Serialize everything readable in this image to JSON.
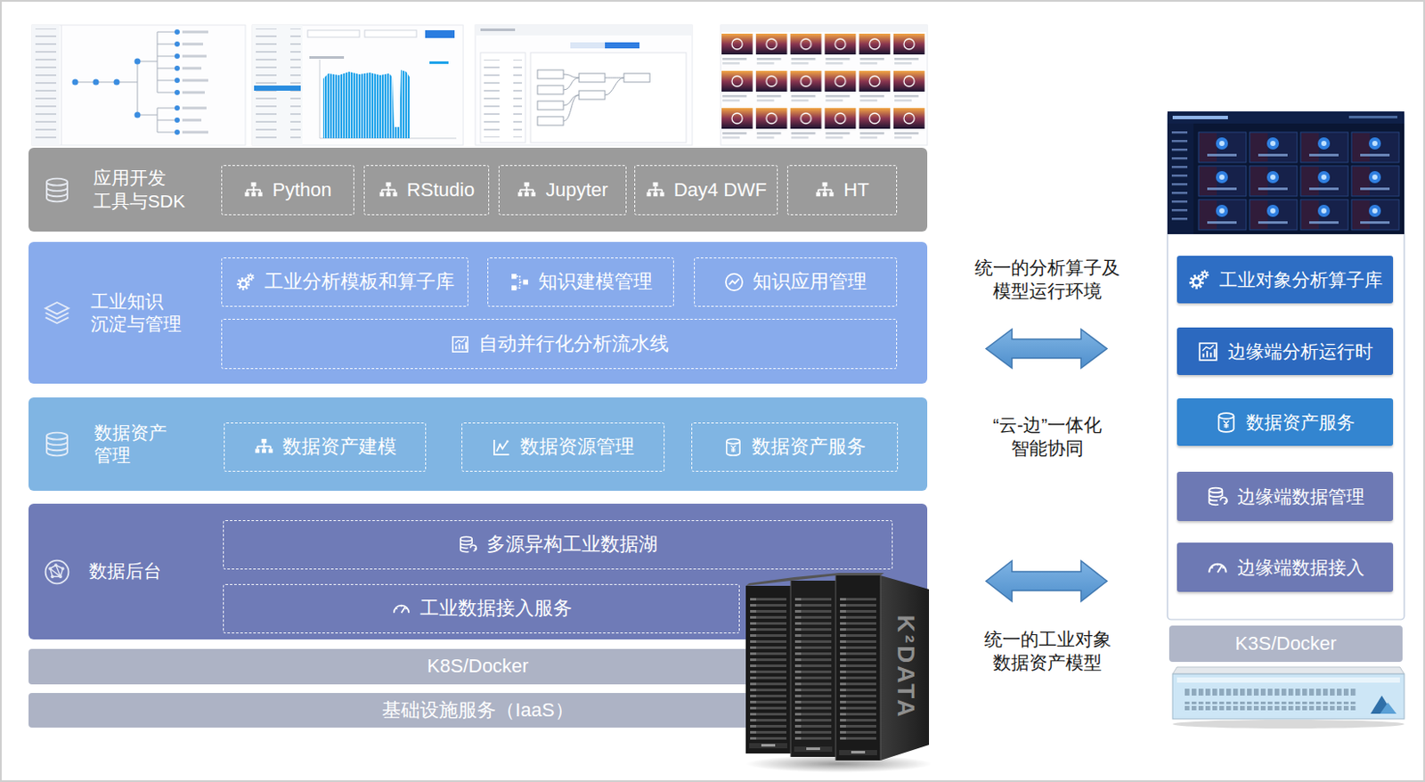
{
  "diagram": {
    "nodes": [
      {
        "text": [
          "应用开发 工具与SDK"
        ]
      },
      {
        "text": [
          "Python"
        ],
        "in": 0
      },
      {
        "text": [
          "RStudio"
        ],
        "in": 0
      },
      {
        "text": [
          "Jupyter"
        ],
        "in": 0
      },
      {
        "text": [
          "Day4 DWF"
        ],
        "in": 0
      },
      {
        "text": [
          "HT"
        ],
        "in": 0
      },
      {
        "text": [
          "工业知识 沉淀与管理"
        ]
      },
      {
        "text": [
          "工业分析模板和算子库"
        ],
        "in": 6
      },
      {
        "text": [
          "知识建模管理"
        ],
        "in": 6
      },
      {
        "text": [
          "知识应用管理"
        ],
        "in": 6
      },
      {
        "text": [
          "自动并行化分析流水线"
        ],
        "in": 6
      },
      {
        "text": [
          "数据资产 管理"
        ]
      },
      {
        "text": [
          "数据资产建模"
        ],
        "in": 11
      },
      {
        "text": [
          "数据资源管理"
        ],
        "in": 11
      },
      {
        "text": [
          "数据资产服务"
        ],
        "in": 11
      },
      {
        "text": [
          "数据后台"
        ]
      },
      {
        "text": [
          "多源异构工业数据湖"
        ],
        "in": 15
      },
      {
        "text": [
          "工业数据接入服务"
        ],
        "in": 15
      },
      {
        "text": [
          "K8S/Docker"
        ]
      },
      {
        "text": [
          "基础设施服务（IaaS）"
        ]
      },
      {
        "text": [
          "工业对象分析算子库"
        ]
      },
      {
        "text": [
          "边缘端分析运行时"
        ]
      },
      {
        "text": [
          "数据资产服务"
        ]
      },
      {
        "text": [
          "边缘端数据管理"
        ]
      },
      {
        "text": [
          "边缘端数据接入"
        ]
      },
      {
        "text": [
          "K3S/Docker"
        ]
      }
    ],
    "labels": [
      "统一的分析算子及 模型运行环境",
      "“云-边”一体化 智能协同",
      "统一的工业对象 数据资产模型",
      "K²DATA"
    ]
  }
}
